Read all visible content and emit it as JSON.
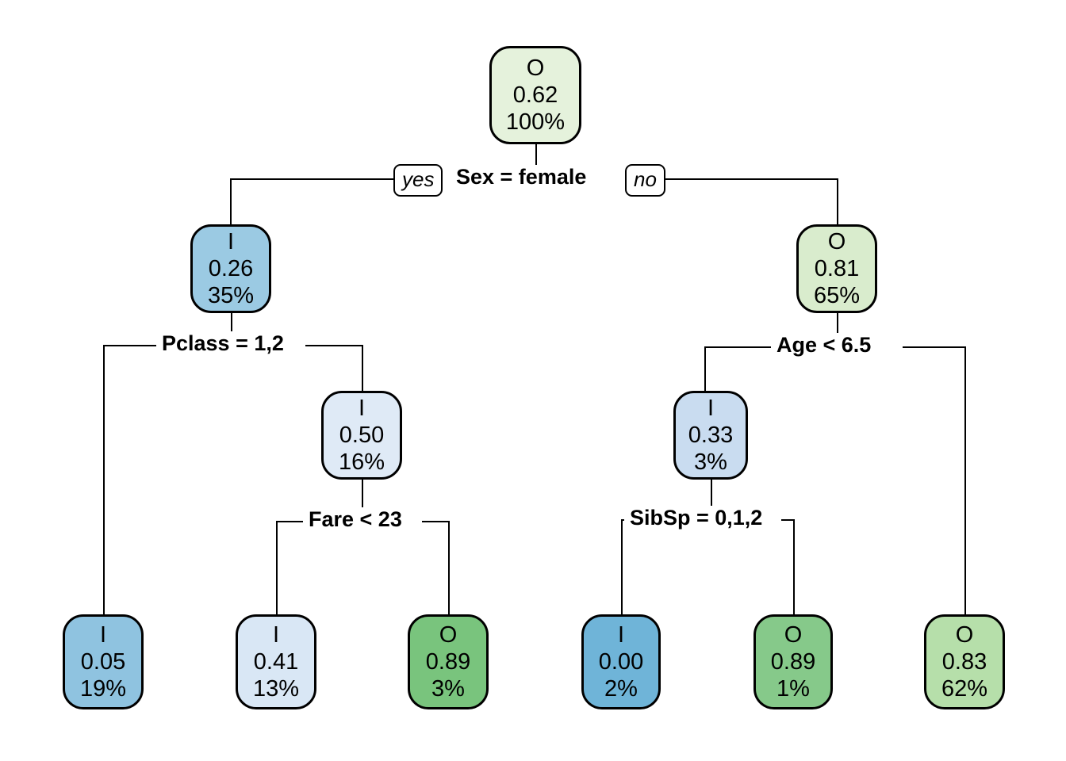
{
  "figure": {
    "type": "decision-tree",
    "title": "",
    "background": "#ffffff",
    "line_color": "#000000"
  },
  "chart_data": {
    "type": "tree",
    "title": "",
    "model": "classification tree",
    "node_label_format": [
      "class",
      "probability",
      "percent-of-data"
    ],
    "classes": [
      "I",
      "O"
    ],
    "palette": {
      "class_I_strong": "#7fbada",
      "class_I_mid": "#9bcae3",
      "class_I_light": "#c9dff0",
      "class_I_lightest": "#dbe8f5",
      "class_O_light": "#e2f0d9",
      "class_O_mid": "#c7e8bd",
      "class_O_strong": "#77c47a",
      "border": "#000000"
    },
    "nodes": [
      {
        "id": "root",
        "class": "O",
        "value": "0.62",
        "percent": "100%",
        "fill": "#e5f2dc",
        "depth": 0
      },
      {
        "id": "n2",
        "class": "I",
        "value": "0.26",
        "percent": "35%",
        "fill": "#9bcae3",
        "depth": 1
      },
      {
        "id": "n3",
        "class": "O",
        "value": "0.81",
        "percent": "65%",
        "fill": "#d9eccd",
        "depth": 1
      },
      {
        "id": "n5",
        "class": "I",
        "value": "0.50",
        "percent": "16%",
        "fill": "#dfeaf6",
        "depth": 2
      },
      {
        "id": "n6",
        "class": "I",
        "value": "0.33",
        "percent": "3%",
        "fill": "#c9dcf0",
        "depth": 2
      },
      {
        "id": "n4",
        "class": "I",
        "value": "0.05",
        "percent": "19%",
        "fill": "#8fc3e0",
        "depth": 3
      },
      {
        "id": "n10",
        "class": "I",
        "value": "0.41",
        "percent": "13%",
        "fill": "#d9e7f5",
        "depth": 3
      },
      {
        "id": "n11",
        "class": "O",
        "value": "0.89",
        "percent": "3%",
        "fill": "#79c47d",
        "depth": 3
      },
      {
        "id": "n12",
        "class": "I",
        "value": "0.00",
        "percent": "2%",
        "fill": "#6fb4d8",
        "depth": 3
      },
      {
        "id": "n13",
        "class": "O",
        "value": "0.89",
        "percent": "1%",
        "fill": "#86c98a",
        "depth": 3
      },
      {
        "id": "n7",
        "class": "O",
        "value": "0.83",
        "percent": "62%",
        "fill": "#b6dfaa",
        "depth": 3
      }
    ],
    "splits": [
      {
        "id": "s1",
        "label": "Sex = female",
        "yes_label": "yes",
        "no_label": "no",
        "yes_child": "n2",
        "no_child": "n3"
      },
      {
        "id": "s2",
        "label": "Pclass = 1,2",
        "yes_child": "n4",
        "no_child": "n5"
      },
      {
        "id": "s3",
        "label": "Age < 6.5",
        "yes_child": "n6",
        "no_child": "n7"
      },
      {
        "id": "s4",
        "label": "Fare < 23",
        "yes_child": "n10",
        "no_child": "n11"
      },
      {
        "id": "s5",
        "label": "SibSp = 0,1,2",
        "yes_child": "n12",
        "no_child": "n13"
      }
    ]
  },
  "nodes": {
    "root": {
      "cls": "O",
      "val": "0.62",
      "pct": "100%"
    },
    "n2": {
      "cls": "I",
      "val": "0.26",
      "pct": "35%"
    },
    "n3": {
      "cls": "O",
      "val": "0.81",
      "pct": "65%"
    },
    "n5": {
      "cls": "I",
      "val": "0.50",
      "pct": "16%"
    },
    "n6": {
      "cls": "I",
      "val": "0.33",
      "pct": "3%"
    },
    "n4": {
      "cls": "I",
      "val": "0.05",
      "pct": "19%"
    },
    "n10": {
      "cls": "I",
      "val": "0.41",
      "pct": "13%"
    },
    "n11": {
      "cls": "O",
      "val": "0.89",
      "pct": "3%"
    },
    "n12": {
      "cls": "I",
      "val": "0.00",
      "pct": "2%"
    },
    "n13": {
      "cls": "O",
      "val": "0.89",
      "pct": "1%"
    },
    "n7": {
      "cls": "O",
      "val": "0.83",
      "pct": "62%"
    }
  },
  "splits": {
    "s1": {
      "label": "Sex = female",
      "yes": "yes",
      "no": "no"
    },
    "s2": {
      "label": "Pclass = 1,2"
    },
    "s3": {
      "label": "Age < 6.5"
    },
    "s4": {
      "label": "Fare < 23"
    },
    "s5": {
      "label": "SibSp = 0,1,2"
    }
  }
}
